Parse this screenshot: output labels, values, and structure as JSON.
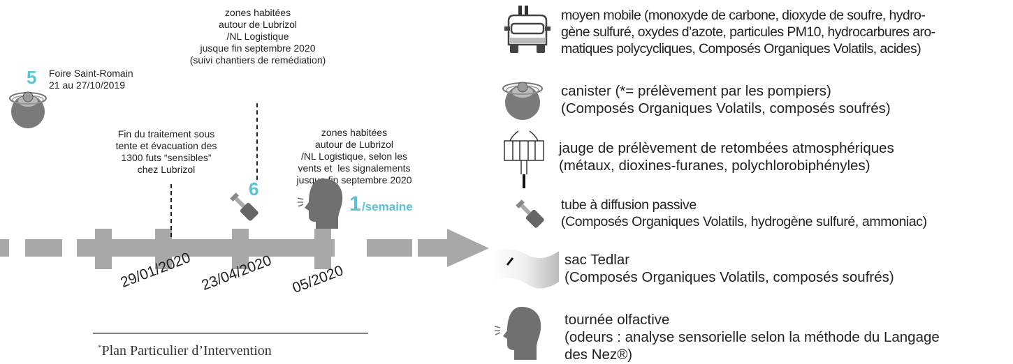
{
  "timeline": {
    "dates": [
      "29/01/2020",
      "23/04/2020",
      "05/2020"
    ],
    "events": [
      {
        "badge": "5",
        "text": "Foire Saint-Romain\n21 au 27/10/2019"
      },
      {
        "text": "zones habitées\nautour de Lubrizol\n/NL Logistique\njusque fin septembre 2020\n(suivi chantiers de remédiation)"
      },
      {
        "text": "Fin du traitement sous\ntente et évacuation des\n1300 futs “sensibles”\nchez Lubrizol"
      },
      {
        "text": "zones habitées\nautour de Lubrizol\n/NL Logistique, selon les\nvents et  les signalements\njusque fin septembre 2020"
      }
    ],
    "tube_count": "6",
    "nose_freq_num": "1",
    "nose_freq_unit": "/semaine",
    "footnote": "Plan Particulier d’Intervention",
    "footnote_mark": "*"
  },
  "legend": [
    {
      "icon": "mobile-vehicle-icon",
      "text": "moyen mobile (monoxyde de carbone, dioxyde de soufre, hydro-\ngène sulfuré, oxydes d’azote, particules PM10, hydrocarbures aro-\nmatiques polycycliques, Composés Organiques Volatils, acides)"
    },
    {
      "icon": "canister-icon",
      "text": "canister (*= prélèvement par les pompiers)\n(Composés Organiques Volatils, composés soufrés)"
    },
    {
      "icon": "gauge-icon",
      "text": "jauge de prélèvement de retombées atmosphériques\n(métaux, dioxines-furanes, polychlorobiphényles)"
    },
    {
      "icon": "diffusion-tube-icon",
      "text": "tube à diffusion passive\n(Composés Organiques Volatils, hydrogène sulfuré, ammoniac)"
    },
    {
      "icon": "tedlar-bag-icon",
      "text": "sac Tedlar\n(Composés Organiques Volatils, composés soufrés)"
    },
    {
      "icon": "olfactory-head-icon",
      "text": "tournée olfactive\n(odeurs : analyse sensorielle selon la méthode du Langage\ndes Nez®)"
    }
  ],
  "colors": {
    "accent": "#5bc3d6",
    "timeline_gray": "#a8a8a8",
    "icon_gray": "#6e6e6e"
  }
}
